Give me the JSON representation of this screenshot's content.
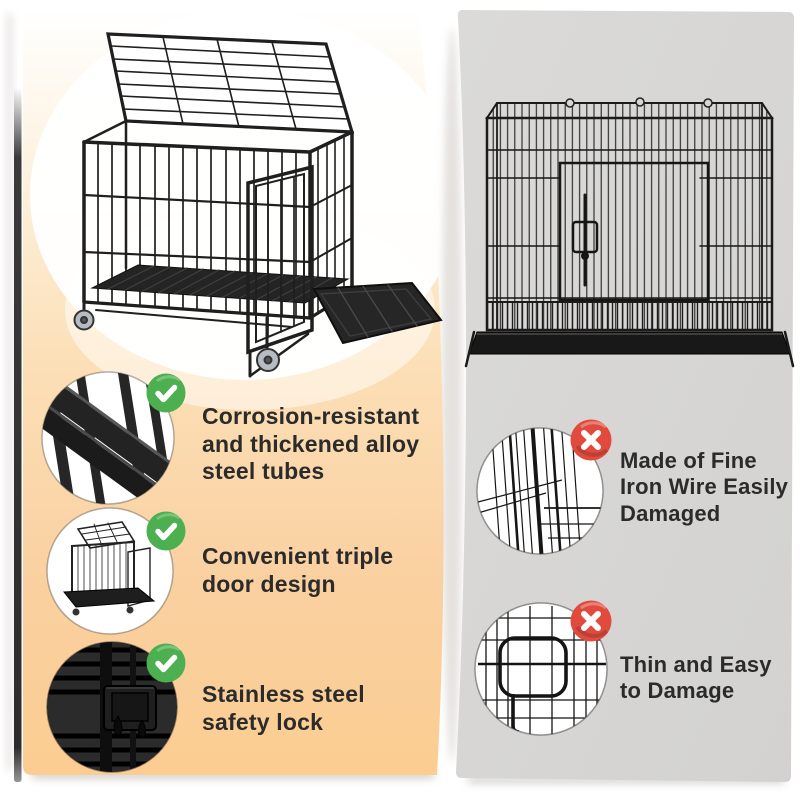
{
  "image_type": "product-comparison-infographic",
  "colors": {
    "check_green": "#4CAF50",
    "cross_red": "#E04B3E",
    "panel_gradient_top": "#FFFFFF",
    "panel_gradient_bottom": "#FBCD92",
    "right_panel_bg": "#D7D6D4",
    "text": "#2B2B2B"
  },
  "left_panel": {
    "verdict": "pros",
    "product_illustration": "heavy-duty-steel-dog-crate-open-lid-with-ramp-and-casters",
    "features": [
      {
        "icon": "check-icon",
        "thumbnail": "steel-tube-closeup",
        "text": "Corrosion-resistant and thickened alloy steel tubes"
      },
      {
        "icon": "check-icon",
        "thumbnail": "crate-miniature",
        "text": "Convenient triple door design"
      },
      {
        "icon": "check-icon",
        "thumbnail": "safety-lock-closeup",
        "text": "Stainless steel safety lock"
      }
    ]
  },
  "right_panel": {
    "verdict": "cons",
    "product_illustration": "fine-iron-wire-dog-crate-with-tray",
    "features": [
      {
        "icon": "x-icon",
        "thumbnail": "fine-wire-closeup",
        "text": "Made of Fine Iron Wire Easily Damaged"
      },
      {
        "icon": "x-icon",
        "thumbnail": "wire-latch-closeup",
        "text": "Thin and Easy to Damage"
      }
    ]
  }
}
